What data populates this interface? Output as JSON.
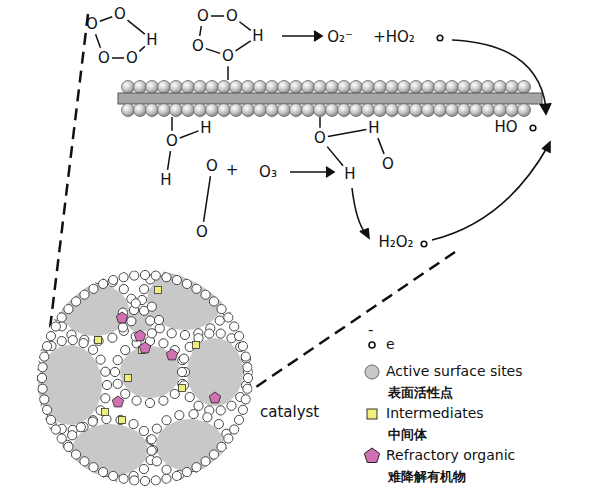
{
  "diagram": {
    "labels": [
      "O",
      "O",
      "H",
      "O",
      "O",
      "O",
      "O",
      "H",
      "O",
      "O",
      "O₂⁻",
      "+HO₂",
      "HO",
      "H",
      "O",
      "H",
      "O",
      "O",
      "+",
      "O₃",
      "H",
      "O",
      "H",
      "O",
      "H₂O₂",
      "-",
      "表面活性点",
      "中间体",
      "难降解有机物",
      "catalyst"
    ],
    "legend": [
      {
        "text": "e"
      },
      {
        "text": "Active surface sites",
        "color": "#c8c8c8"
      },
      {
        "text": "Intermediates",
        "color": "#f2ee7a"
      },
      {
        "text": "Refractory organic",
        "color": "#d071b4"
      }
    ]
  }
}
